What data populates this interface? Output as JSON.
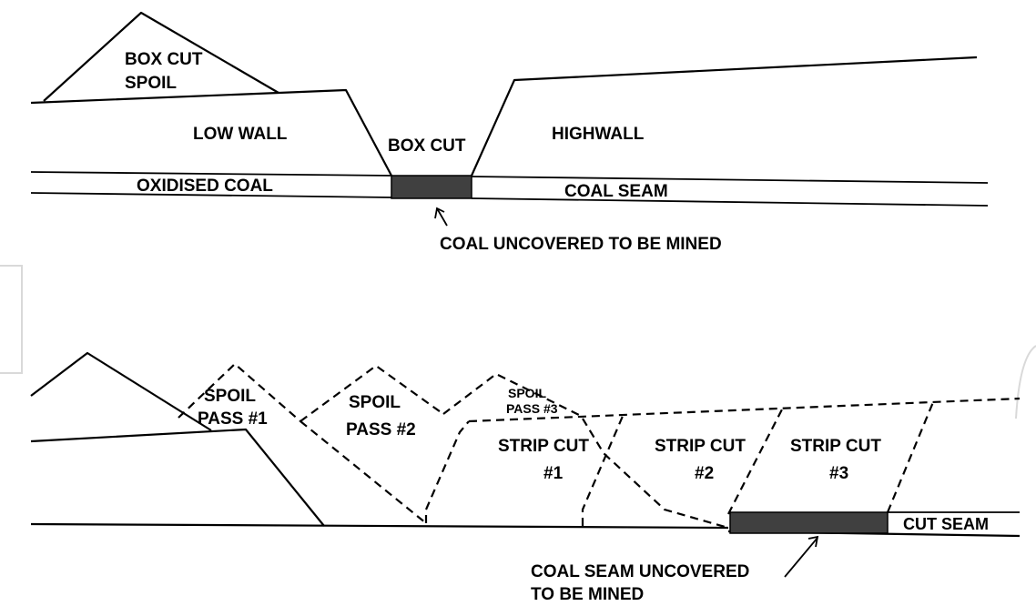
{
  "box_cut_diagram": {
    "box_cut_spoil": [
      "BOX CUT",
      "SPOIL"
    ],
    "low_wall": "LOW WALL",
    "box_cut": "BOX CUT",
    "highwall": "HIGHWALL",
    "oxidised_coal": "OXIDISED COAL",
    "coal_seam": "COAL SEAM",
    "coal_uncovered": "COAL UNCOVERED  TO BE MINED"
  },
  "strip_cut_diagram": {
    "spoil_pass_1": [
      "SPOIL",
      "PASS #1"
    ],
    "spoil_pass_2": [
      "SPOIL",
      "PASS #2"
    ],
    "spoil_pass_3": [
      "SPOIL",
      "PASS #3"
    ],
    "strip_cut_1": [
      "STRIP CUT",
      "#1"
    ],
    "strip_cut_2": [
      "STRIP CUT",
      "#2"
    ],
    "strip_cut_3": [
      "STRIP CUT",
      "#3"
    ],
    "cut_seam": "CUT SEAM",
    "coal_seam_uncovered": [
      "COAL SEAM UNCOVERED",
      "TO BE MINED"
    ]
  },
  "colors": {
    "coal_fill": "#404040",
    "line": "#000000",
    "background": "#ffffff"
  }
}
